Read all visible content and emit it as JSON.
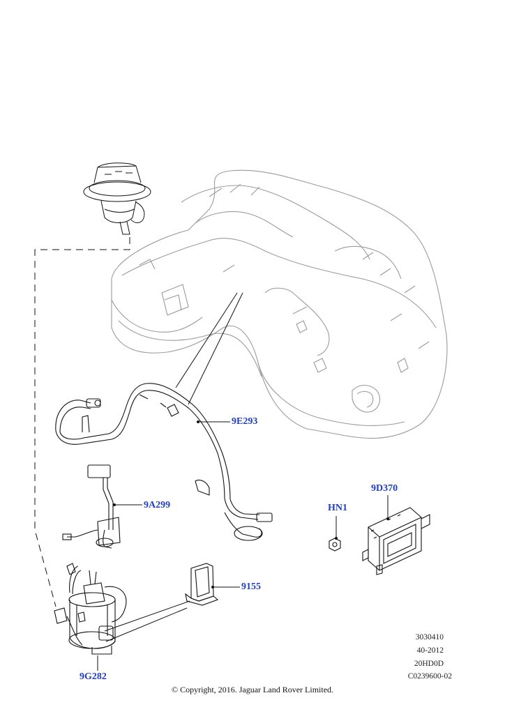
{
  "callouts": {
    "p9E293": "9E293",
    "p9A299": "9A299",
    "p9D370": "9D370",
    "pHN1": "HN1",
    "p9155": "9155",
    "p9G282": "9G282"
  },
  "reference": {
    "line1": "3030410",
    "line2": "40-2012",
    "line3": "20HD0D",
    "line4": "C0239600-02"
  },
  "copyright": "© Copyright, 2016. Jaguar Land Rover Limited.",
  "colors": {
    "callout": "#1f3fbf",
    "line": "#111111",
    "tank": "#9a9a9a"
  }
}
